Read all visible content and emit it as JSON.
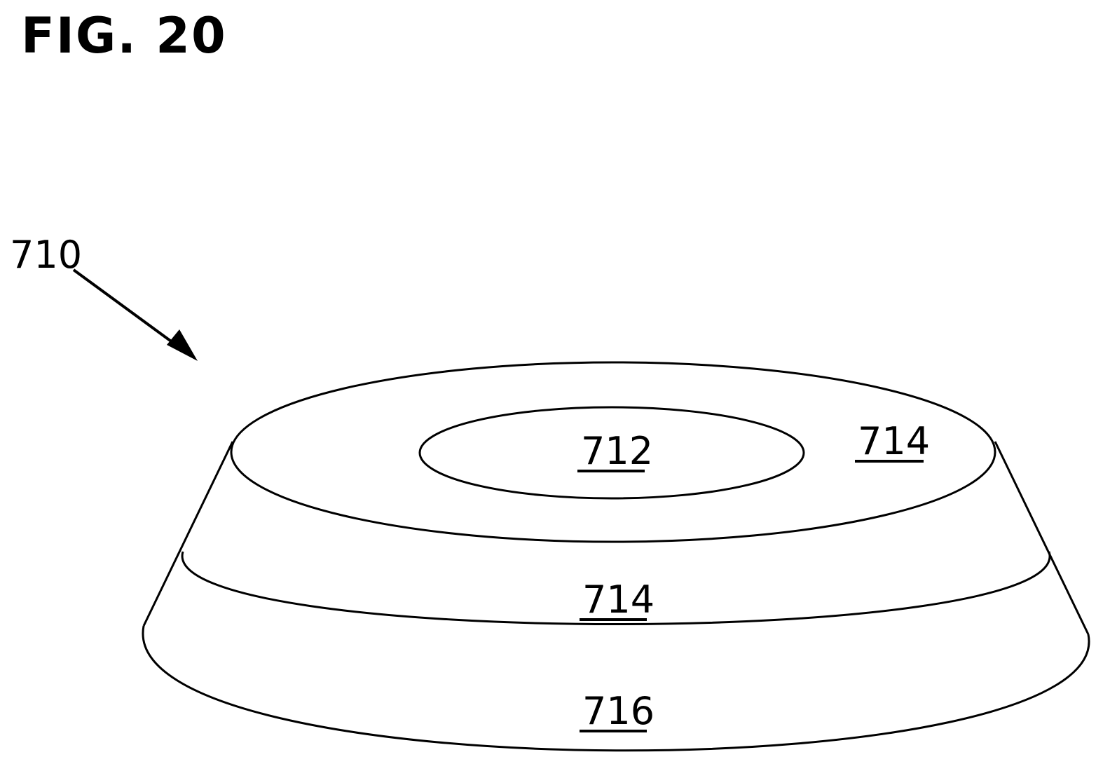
{
  "figure": {
    "title": "FIG. 20",
    "labels": {
      "device": "710",
      "center": "712",
      "top_ring": "714",
      "middle_band": "714",
      "bottom_band": "716"
    }
  },
  "colors": {
    "ink": "#000000",
    "background": "#ffffff"
  }
}
